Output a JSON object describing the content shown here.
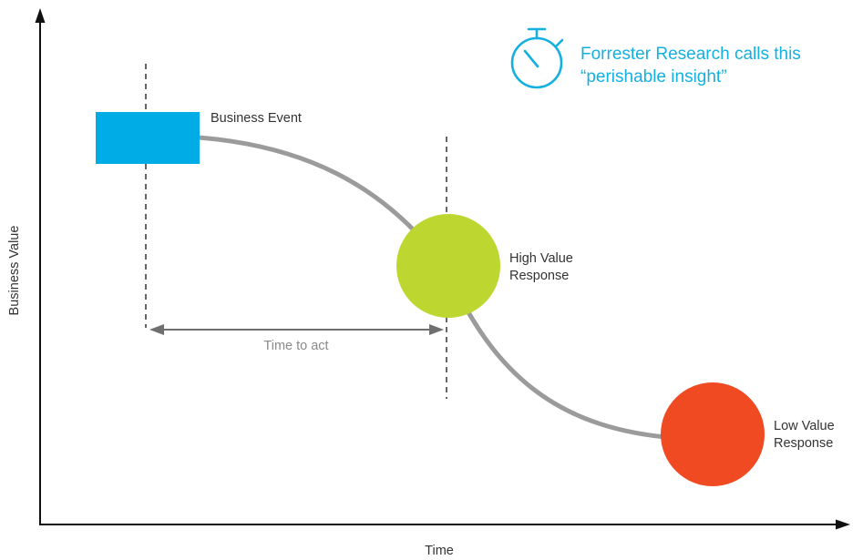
{
  "axes": {
    "y_label": "Business Value",
    "x_label": "Time"
  },
  "nodes": {
    "event": {
      "label": "Business Event",
      "color": "#00ace6"
    },
    "high": {
      "label_line1": "High Value",
      "label_line2": "Response",
      "color": "#bdd630"
    },
    "low": {
      "label_line1": "Low Value",
      "label_line2": "Response",
      "color": "#f04a23"
    }
  },
  "interval": {
    "label": "Time to act"
  },
  "callout": {
    "line1": "Forrester Research calls this",
    "line2": "“perishable insight”",
    "icon": "stopwatch-icon",
    "color": "#14b0e0"
  },
  "colors": {
    "axis": "#111111",
    "curve": "#9b9b9b",
    "guides": "#333333",
    "arrow": "#6f6f6f"
  }
}
